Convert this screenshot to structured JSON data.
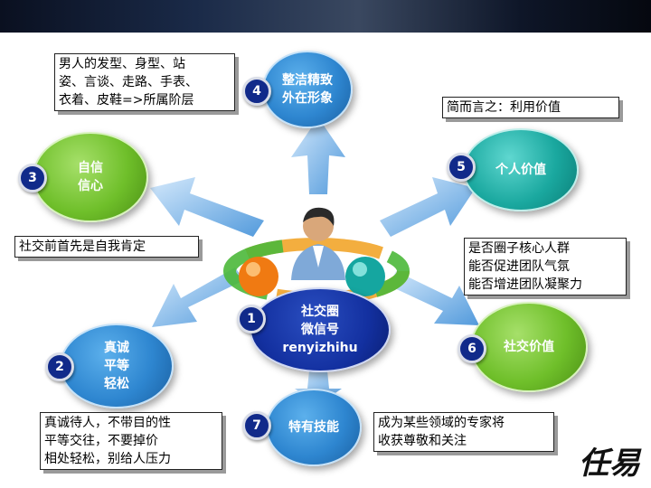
{
  "nodes": {
    "center": {
      "number": "1",
      "label": "社交圈\n微信号\nrenyizhihu"
    },
    "n2": {
      "number": "2",
      "label": "真诚\n平等\n轻松"
    },
    "n3": {
      "number": "3",
      "label": "自信\n信心"
    },
    "n4": {
      "number": "4",
      "label": "整洁精致\n外在形象"
    },
    "n5": {
      "number": "5",
      "label": "个人价值"
    },
    "n6": {
      "number": "6",
      "label": "社交价值"
    },
    "n7": {
      "number": "7",
      "label": "特有技能"
    }
  },
  "notes": {
    "appearance": "男人的发型、身型、站\n姿、言谈、走路、手表、\n衣着、皮鞋=>所属阶层",
    "summary": "简而言之：利用价值",
    "confidence": "社交前首先是自我肯定",
    "team": "是否圈子核心人群\n能否促进团队气氛\n能否增进团队凝聚力",
    "sincerity": "真诚待人，不带目的性\n平等交往，不要掉价\n相处轻松，别给人压力",
    "expert": "成为某些领域的专家将\n收获尊敬和关注"
  },
  "logo": "任易",
  "colors": {
    "teal": "#1aa89f",
    "green": "#6fbf2a",
    "blue": "#2e86d0",
    "navy": "#1330a0",
    "arrow": "#4a9ee0"
  }
}
